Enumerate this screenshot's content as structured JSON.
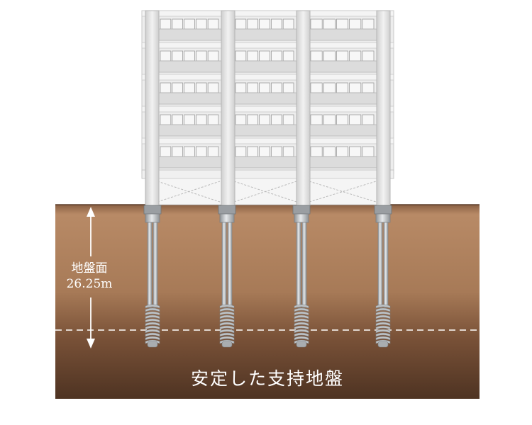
{
  "labels": {
    "depth_title": "地盤面",
    "depth_value": "26.25m",
    "bearing_layer": "安定した支持地盤"
  },
  "colors": {
    "soil_top": "#b88a66",
    "soil_bottom": "#4e3322",
    "building": "#eaeaea",
    "column": "#e2e2e2",
    "pile": "#c4c8cb",
    "pile_shadow": "#8e9296",
    "text": "#ffffff"
  }
}
